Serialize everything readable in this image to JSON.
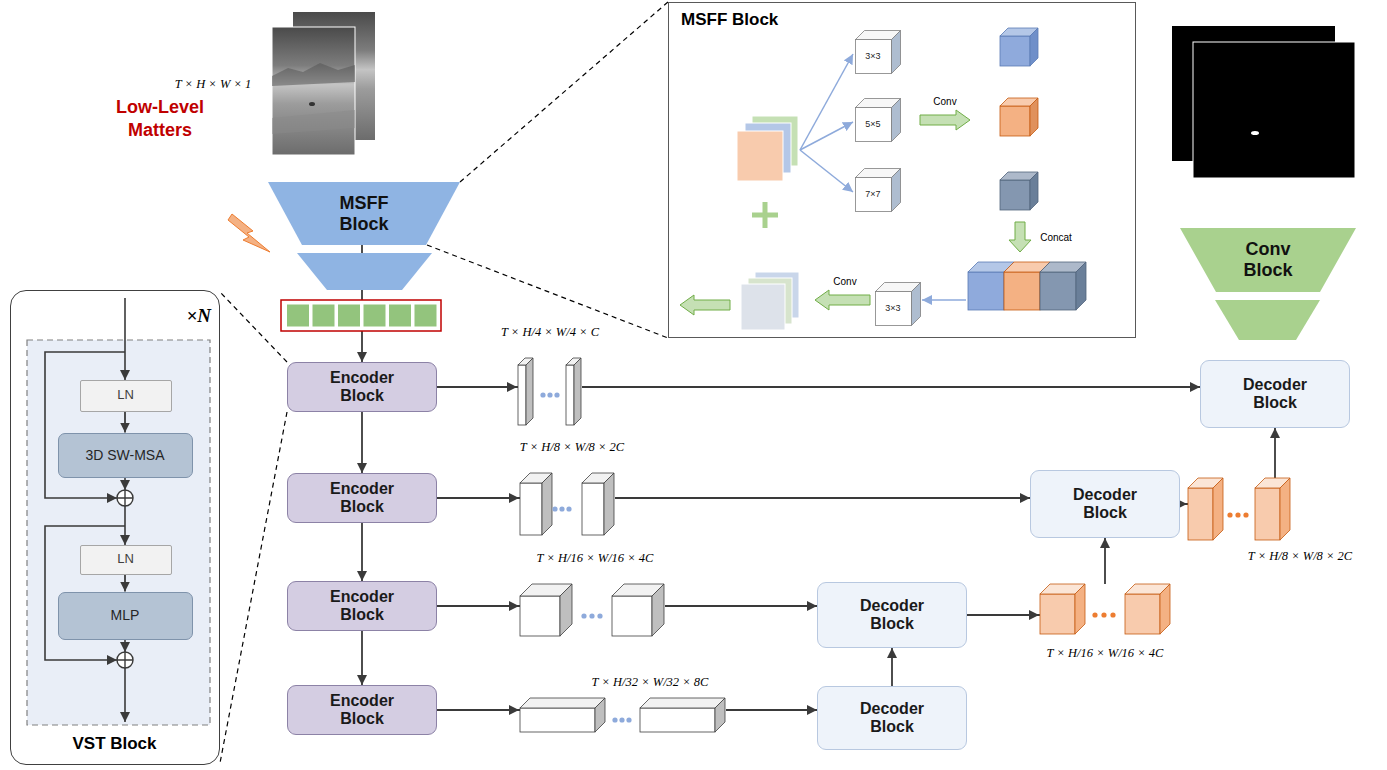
{
  "diagram": {
    "nodes": [
      {
        "text": [
          "MSFF Block"
        ]
      },
      {
        "text": [
          "MSFF Block"
        ]
      },
      {
        "text": [
          "3×3"
        ],
        "in": 1
      },
      {
        "text": [
          "5×5"
        ],
        "in": 1
      },
      {
        "text": [
          "7×7"
        ],
        "in": 1
      },
      {
        "text": [
          "3×3"
        ],
        "in": 1
      },
      {
        "text": [
          "Conv Block"
        ]
      },
      {
        "text": [
          "×N",
          "VST Block"
        ]
      },
      {
        "text": [
          "LN"
        ],
        "in": 7
      },
      {
        "text": [
          "3D SW-MSA"
        ],
        "in": 7
      },
      {
        "text": [
          "LN"
        ],
        "in": 7
      },
      {
        "text": [
          "MLP"
        ],
        "in": 7
      },
      {
        "text": [
          "Encoder Block"
        ]
      },
      {
        "text": [
          "Decoder Block"
        ]
      },
      {
        "text": [
          "Encoder Block"
        ]
      },
      {
        "text": [
          "Decoder Block"
        ]
      },
      {
        "text": [
          "Encoder Block"
        ]
      },
      {
        "text": [
          "Decoder Block"
        ]
      },
      {
        "text": [
          "Encoder Block"
        ]
      },
      {
        "text": [
          "Decoder Block"
        ]
      }
    ],
    "edges": [
      {
        "from": 0,
        "to": 12,
        "arrow": "to"
      },
      {
        "from": 8,
        "to": 9,
        "arrow": "to"
      },
      {
        "from": 10,
        "to": 11,
        "arrow": "to"
      },
      {
        "from": 12,
        "to": 14,
        "arrow": "to"
      },
      {
        "from": 14,
        "to": 16,
        "arrow": "to"
      },
      {
        "from": 16,
        "to": 18,
        "arrow": "to"
      },
      {
        "from": 12,
        "to": 13,
        "arrow": "to"
      },
      {
        "from": 14,
        "to": 15,
        "arrow": "to"
      },
      {
        "from": 16,
        "to": 17,
        "arrow": "to"
      },
      {
        "from": 18,
        "to": 19,
        "arrow": "to"
      },
      {
        "from": 19,
        "to": 17,
        "arrow": "to"
      },
      {
        "from": 17,
        "to": 15,
        "arrow": "to"
      },
      {
        "from": 15,
        "to": 13,
        "arrow": "to"
      }
    ],
    "labels": [
      "T × H × W × 1",
      "Low-Level Matters",
      "Conv",
      "Concat",
      "Conv",
      "T × H/4 × W/4 × C",
      "T × H/8 × W/8 × 2C",
      "T × H/16 × W/16 × 4C",
      "T × H/32 × W/32 × 8C",
      "T × H/16 × W/16 × 4C",
      "T × H/8 × W/8 × 2C"
    ]
  }
}
